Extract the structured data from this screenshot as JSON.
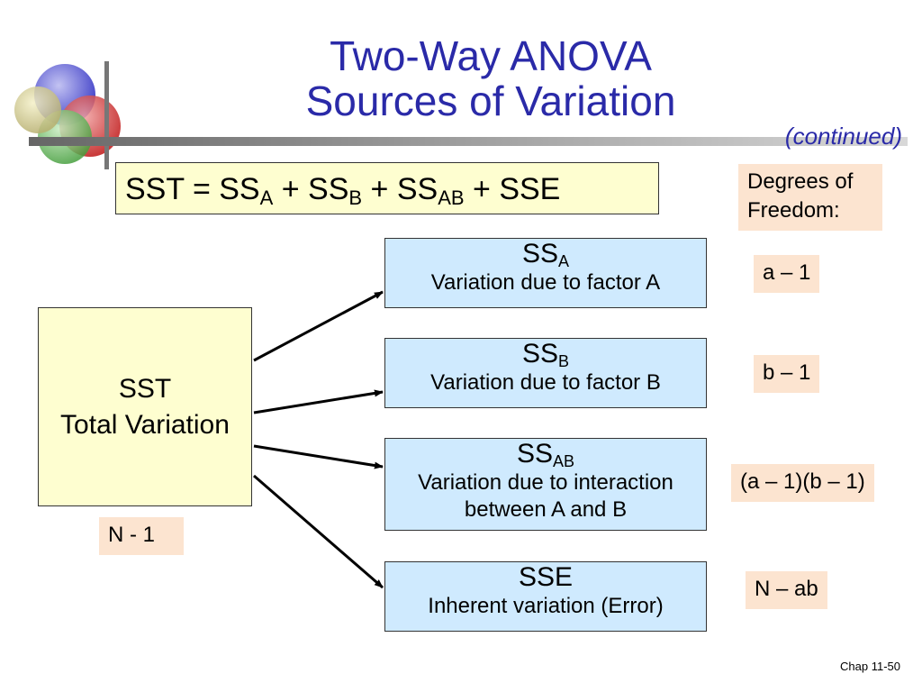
{
  "title_line1": "Two-Way ANOVA",
  "title_line2": "Sources of Variation",
  "subtitle": "(continued)",
  "equation": {
    "sst": "SST = SS",
    "sub_a": "A",
    "plus1": " + SS",
    "sub_b": "B",
    "plus2": " + SS",
    "sub_ab": "AB",
    "tail": " + SSE"
  },
  "dof_header": {
    "line1": "Degrees of",
    "line2": "Freedom:"
  },
  "total": {
    "name": "SST",
    "desc": "Total Variation",
    "dof": "N - 1"
  },
  "sources": [
    {
      "name": "SS",
      "sub": "A",
      "desc": "Variation due to factor A",
      "dof": "a – 1"
    },
    {
      "name": "SS",
      "sub": "B",
      "desc": "Variation due to factor B",
      "dof": "b – 1"
    },
    {
      "name": "SS",
      "sub": "AB",
      "desc_line1": "Variation due to interaction",
      "desc_line2": "between A and B",
      "dof": "(a – 1)(b – 1)"
    },
    {
      "name": "SSE",
      "desc": "Inherent variation (Error)",
      "dof": "N – ab"
    }
  ],
  "footer": "Chap 11-50",
  "colors": {
    "title": "#2a2aa8",
    "yellow_box": "#fefed0",
    "blue_box": "#cfeafe",
    "peach_box": "#fce4d0"
  }
}
